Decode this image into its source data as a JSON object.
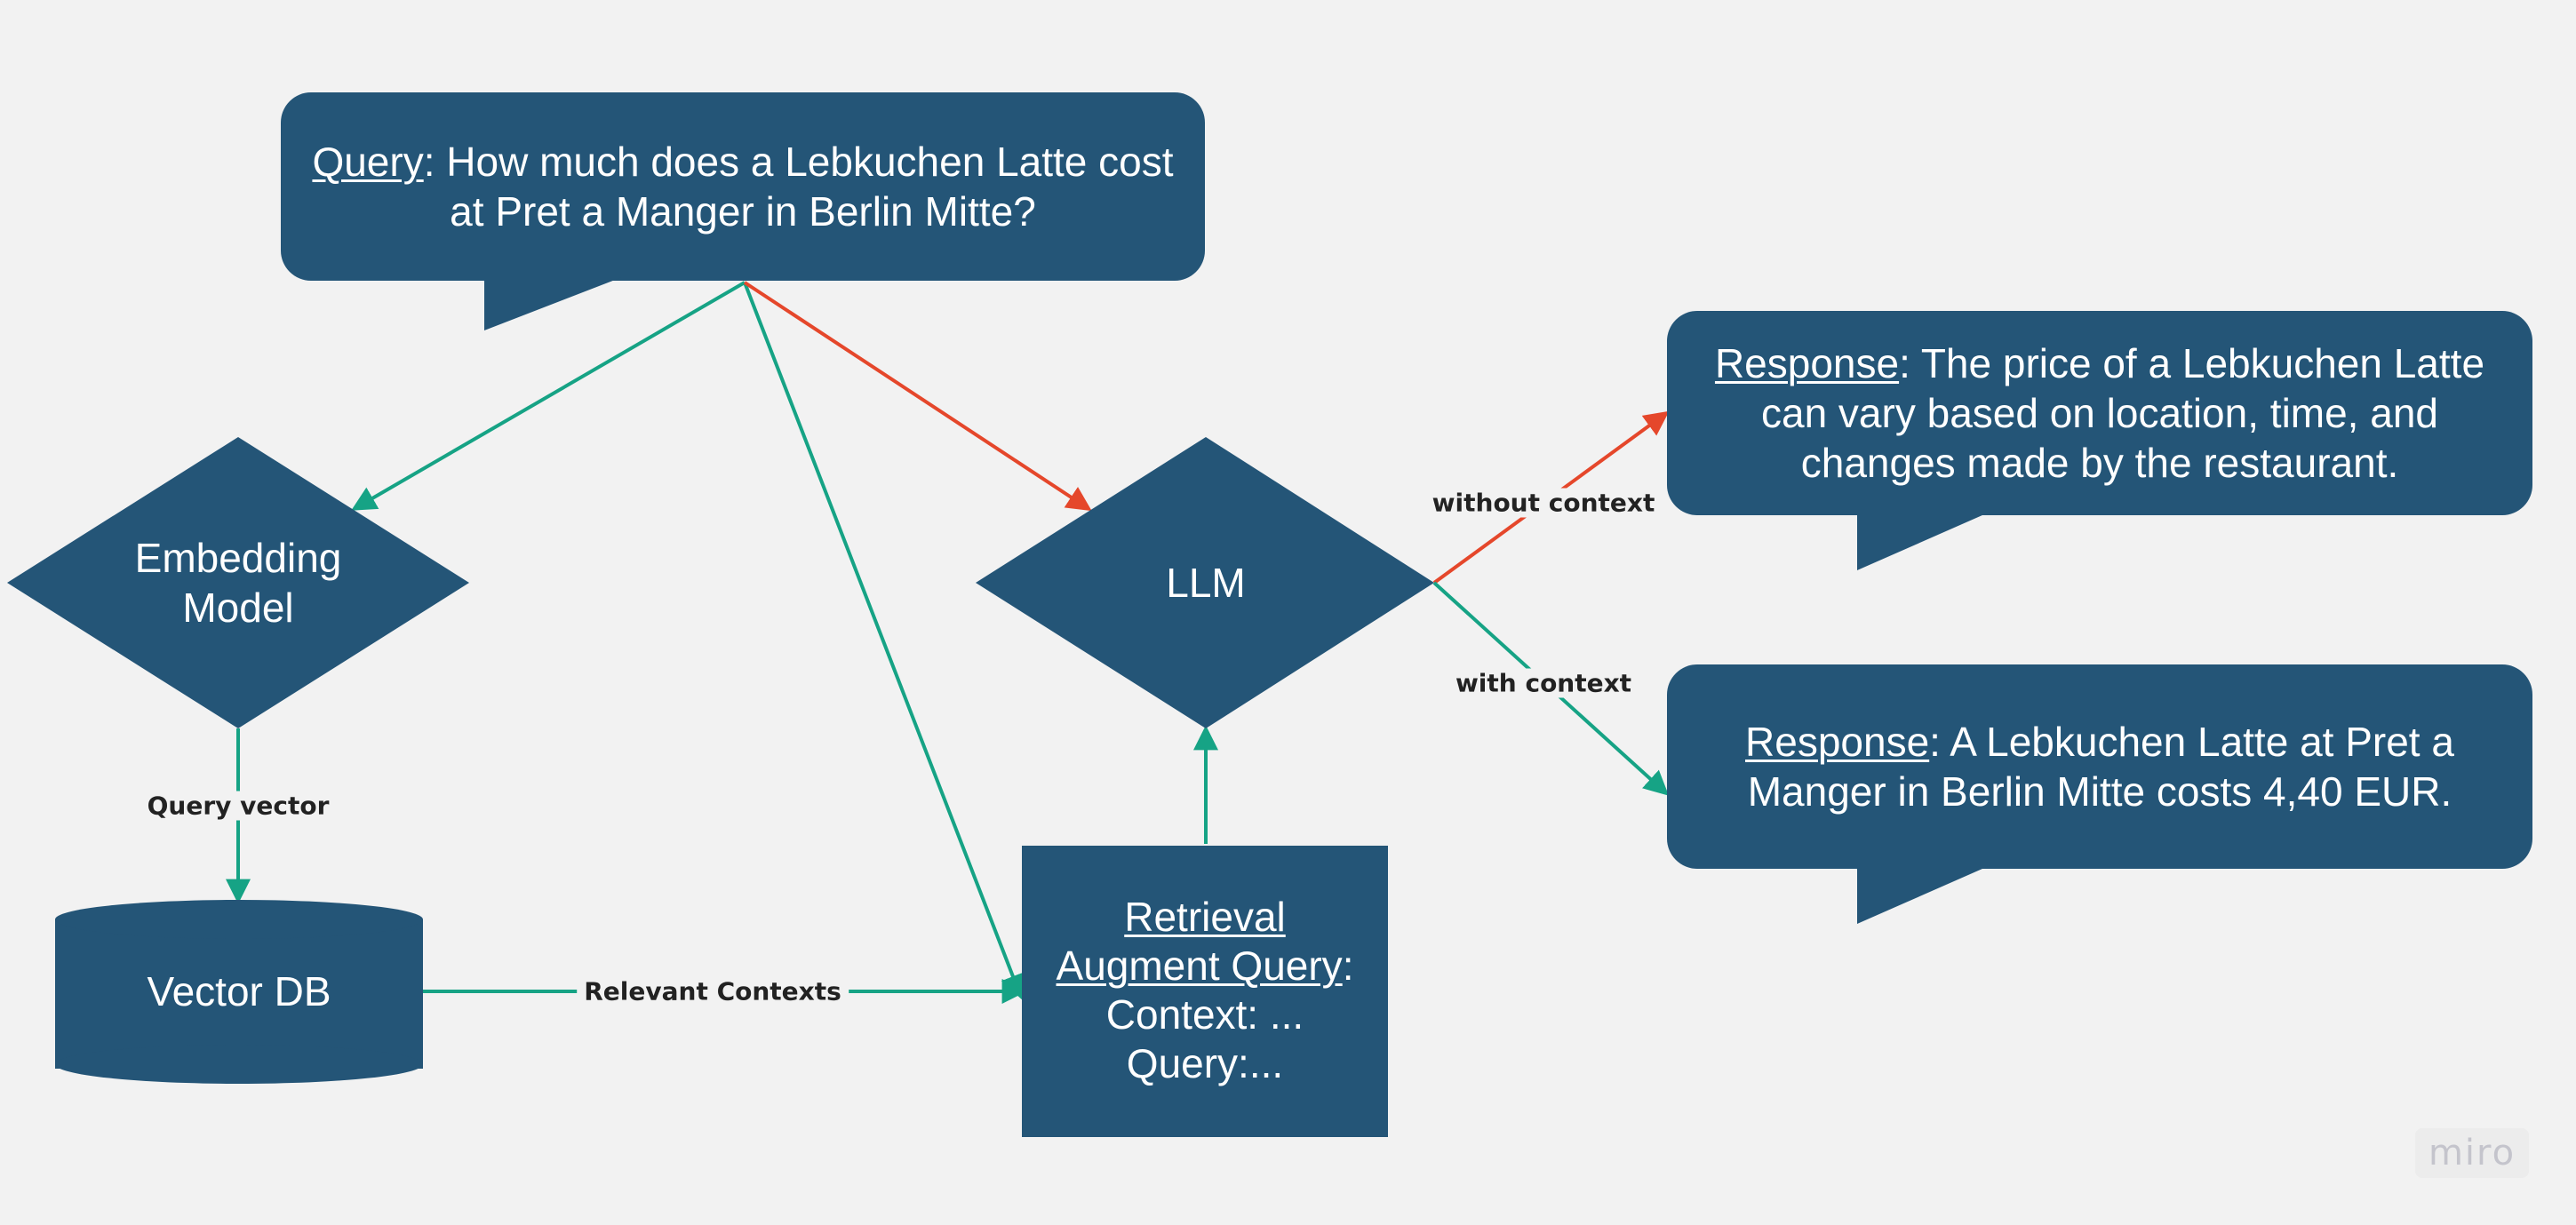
{
  "colors": {
    "background": "#f2f2f2",
    "node_fill": "#245577",
    "node_text": "#ffffff",
    "edge_green": "#16a385",
    "edge_red": "#e5472b",
    "label_text": "#222222"
  },
  "nodes": {
    "query": {
      "label": "Query",
      "text": ": How much does a Lebkuchen Latte cost at Pret a Manger in Berlin Mitte?"
    },
    "embedding_model": {
      "line1": "Embedding",
      "line2": "Model"
    },
    "llm": {
      "text": "LLM"
    },
    "vector_db": {
      "text": "Vector DB"
    },
    "retrieval": {
      "label_line1": "Retrieval",
      "label_line2": "Augment Query",
      "colon": ":",
      "line3": "Context: ...",
      "line4": "Query:..."
    },
    "response_no_context": {
      "label": "Response",
      "text": ": The price of a Lebkuchen Latte can vary based on location, time, and changes made by the restaurant."
    },
    "response_context": {
      "label": "Response",
      "text": ": A Lebkuchen Latte at Pret a Manger in Berlin Mitte costs 4,40 EUR."
    }
  },
  "edges": {
    "query_vector": "Query vector",
    "relevant_contexts": "Relevant Contexts",
    "without_context": "without context",
    "with_context": "with context"
  },
  "watermark": "miro"
}
